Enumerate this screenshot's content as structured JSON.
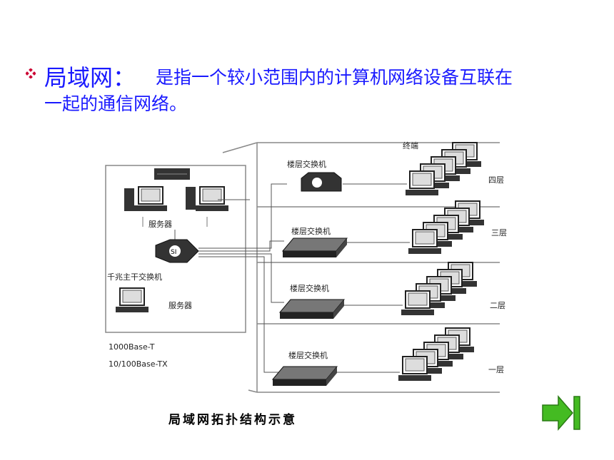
{
  "slide": {
    "term": "局域网：",
    "definition_line1": "是指一个较小范围内的计算机网络设备互联在",
    "definition_line2": "一起的通信网络。"
  },
  "diagram": {
    "server_label_top": "服务器",
    "core_switch_label": "千兆主干交换机",
    "server_label_bottom": "服务器",
    "legend_gigabit": "1000Base-T",
    "legend_fast": "10/100Base-TX",
    "terminal_label": "终端",
    "si_label": "SI",
    "floors": [
      {
        "switch_label": "楼层交换机",
        "floor_label": "四层"
      },
      {
        "switch_label": "楼层交换机",
        "floor_label": "三层"
      },
      {
        "switch_label": "楼层交换机",
        "floor_label": "二层"
      },
      {
        "switch_label": "楼层交换机",
        "floor_label": "一层"
      }
    ],
    "caption": "局域网拓扑结构示意"
  },
  "colors": {
    "text_blue": "#1a1aff",
    "bullet_red": "#cc0033",
    "next_green": "#44bb22"
  },
  "icons": {
    "bullet": "diamond-bullet-icon",
    "next": "next-slide-icon"
  }
}
